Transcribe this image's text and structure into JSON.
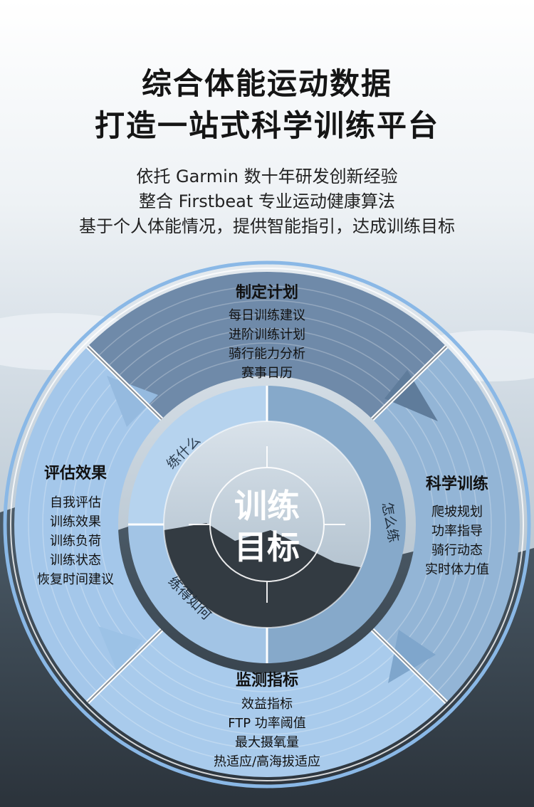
{
  "headline": {
    "line1": "综合体能运动数据",
    "line2": "打造一站式科学训练平台"
  },
  "subtitle": {
    "line1": "依托 Garmin 数十年研发创新经验",
    "line2": "整合 Firstbeat 专业运动健康算法",
    "line3": "基于个人体能情况，提供智能指引，达成训练目标"
  },
  "center": {
    "line1": "训练",
    "line2": "目标"
  },
  "ring_labels": {
    "top_left": "练什么",
    "right": "怎么练",
    "bottom_left": "练得如何"
  },
  "sections": {
    "plan": {
      "title": "制定计划",
      "items": [
        "每日训练建议",
        "进阶训练计划",
        "骑行能力分析",
        "赛事日历"
      ]
    },
    "train": {
      "title": "科学训练",
      "items": [
        "爬坡规划",
        "功率指导",
        "骑行动态",
        "实时体力值"
      ]
    },
    "monitor": {
      "title": "监测指标",
      "items": [
        "效益指标",
        "FTP 功率阈值",
        "最大摄氧量",
        "热适应/高海拔适应"
      ]
    },
    "evaluate": {
      "title": "评估效果",
      "items": [
        "自我评估",
        "训练效果",
        "训练负荷",
        "训练状态",
        "恢复时间建议"
      ]
    }
  },
  "colors": {
    "plan_segment": "#6f8aa9",
    "train_segment": "#93b5d6",
    "monitor_segment": "#a9cbec",
    "evaluate_segment": "#a4c7ea",
    "accent_ring": "#8ab8e6"
  }
}
